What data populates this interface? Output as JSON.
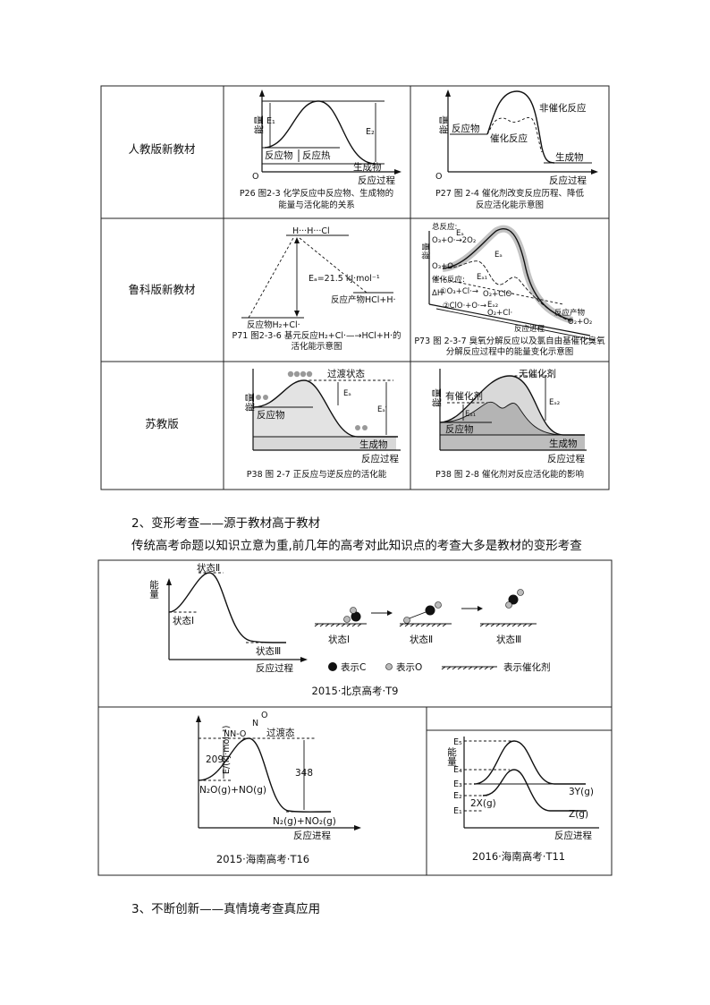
{
  "table1": {
    "rows": [
      {
        "label": "人教版新教材",
        "left": {
          "y_label": "能量",
          "origin": "O",
          "e1": "E₁",
          "e2": "E₂",
          "reactant": "反应物",
          "reaction_heat": "反应热",
          "product": "生成物",
          "x_label": "反应过程",
          "caption1": "P26 图2-3  化学反应中反应物、生成物的",
          "caption2": "能量与活化能的关系"
        },
        "right": {
          "y_label": "能量",
          "origin": "O",
          "uncatalyzed": "非催化反应",
          "catalyzed": "催化反应",
          "reactant": "反应物",
          "product": "生成物",
          "x_label": "反应过程",
          "caption1": "P27 图 2-4  催化剂改变反应历程、降低",
          "caption2": "反应活化能示意图"
        }
      },
      {
        "label": "鲁科版新教材",
        "left": {
          "transition": "H···H···Cl",
          "ea": "Eₐ=21.5 kJ·mol⁻¹",
          "product": "反应产物HCl+H·",
          "reactant": "反应物H₂+Cl·",
          "caption1": "P71 图2-3-6  基元反应H₂+Cl·—→HCl+H·的",
          "caption2": "活化能示意图"
        },
        "right": {
          "y_label": "能量",
          "x_label": "反应进程",
          "total": "总反应:",
          "total_eq": "O₃+O·→2O₂",
          "ea": "Eₐ",
          "ea1": "Eₐ₁",
          "ea2": "Eₐ₂",
          "ea_total": "Eₐ",
          "o3o": "O₃+O·",
          "catalyzed": "催化反应:",
          "step1": "①O₃+Cl·→",
          "step1b": "O₂+ClO·",
          "step2": "②ClO·+O·→",
          "step2b": "O₂+Cl·",
          "dh": "ΔH",
          "product": "反应产物",
          "product_eq": "O₂+O₂",
          "caption1": "P73 图 2-3-7  臭氧分解反应以及氯自由基催化臭氧",
          "caption2": "分解反应过程中的能量变化示意图"
        }
      },
      {
        "label": "苏教版",
        "left": {
          "transition": "过渡状态",
          "y_label": "能量",
          "ea": "Eₐ",
          "ea_rev": "Eₐ′",
          "reactant": "反应物",
          "product": "生成物",
          "x_label": "反应过程",
          "caption1": "P38 图 2-7  正反应与逆反应的活化能"
        },
        "right": {
          "uncatalyzed": "无催化剂",
          "catalyzed": "有催化剂",
          "y_label": "能量",
          "ea1": "Eₐ₁",
          "ea2": "Eₐ₂",
          "reactant": "反应物",
          "product": "生成物",
          "x_label": "反应过程",
          "caption1": "P38 图 2-8  催化剂对反应活化能的影响"
        }
      }
    ]
  },
  "section2": {
    "heading": "2、变形考查——源于教材高于教材",
    "paragraph": "传统高考命题以知识立意为重,前几年的高考对此知识点的考查大多是教材的变形考查"
  },
  "table2": {
    "beijing": {
      "y_label": "能量",
      "state2": "状态Ⅱ",
      "state1": "状态Ⅰ",
      "state3": "状态Ⅲ",
      "x_label": "反应过程",
      "s1": "状态Ⅰ",
      "s2": "状态Ⅱ",
      "s3": "状态Ⅲ",
      "legend_c": "表示C",
      "legend_o": "表示O",
      "legend_cat": "表示催化剂",
      "source": "2015·北京高考·T9"
    },
    "hainan2015": {
      "molecule_top": "O",
      "molecule_mid": "N",
      "molecule": "NN-O",
      "transition": "过渡态",
      "y_label": "E/(kJ·mol⁻¹)",
      "v1": "209",
      "v2": "348",
      "reactant": "N₂O(g)+NO(g)",
      "product": "N₂(g)+NO₂(g)",
      "x_label": "反应进程",
      "source": "2015·海南高考·T16"
    },
    "hainan2016": {
      "y_label": "能量",
      "e5": "E₅",
      "e4": "E₄",
      "e3": "E₃",
      "e2": "E₂",
      "e1": "E₁",
      "p3y": "3Y(g)",
      "p2x": "2X(g)",
      "pz": "Z(g)",
      "x_label": "反应进程",
      "source": "2016·海南高考·T11"
    }
  },
  "section3": {
    "heading": "3、不断创新——真情境考查真应用"
  }
}
